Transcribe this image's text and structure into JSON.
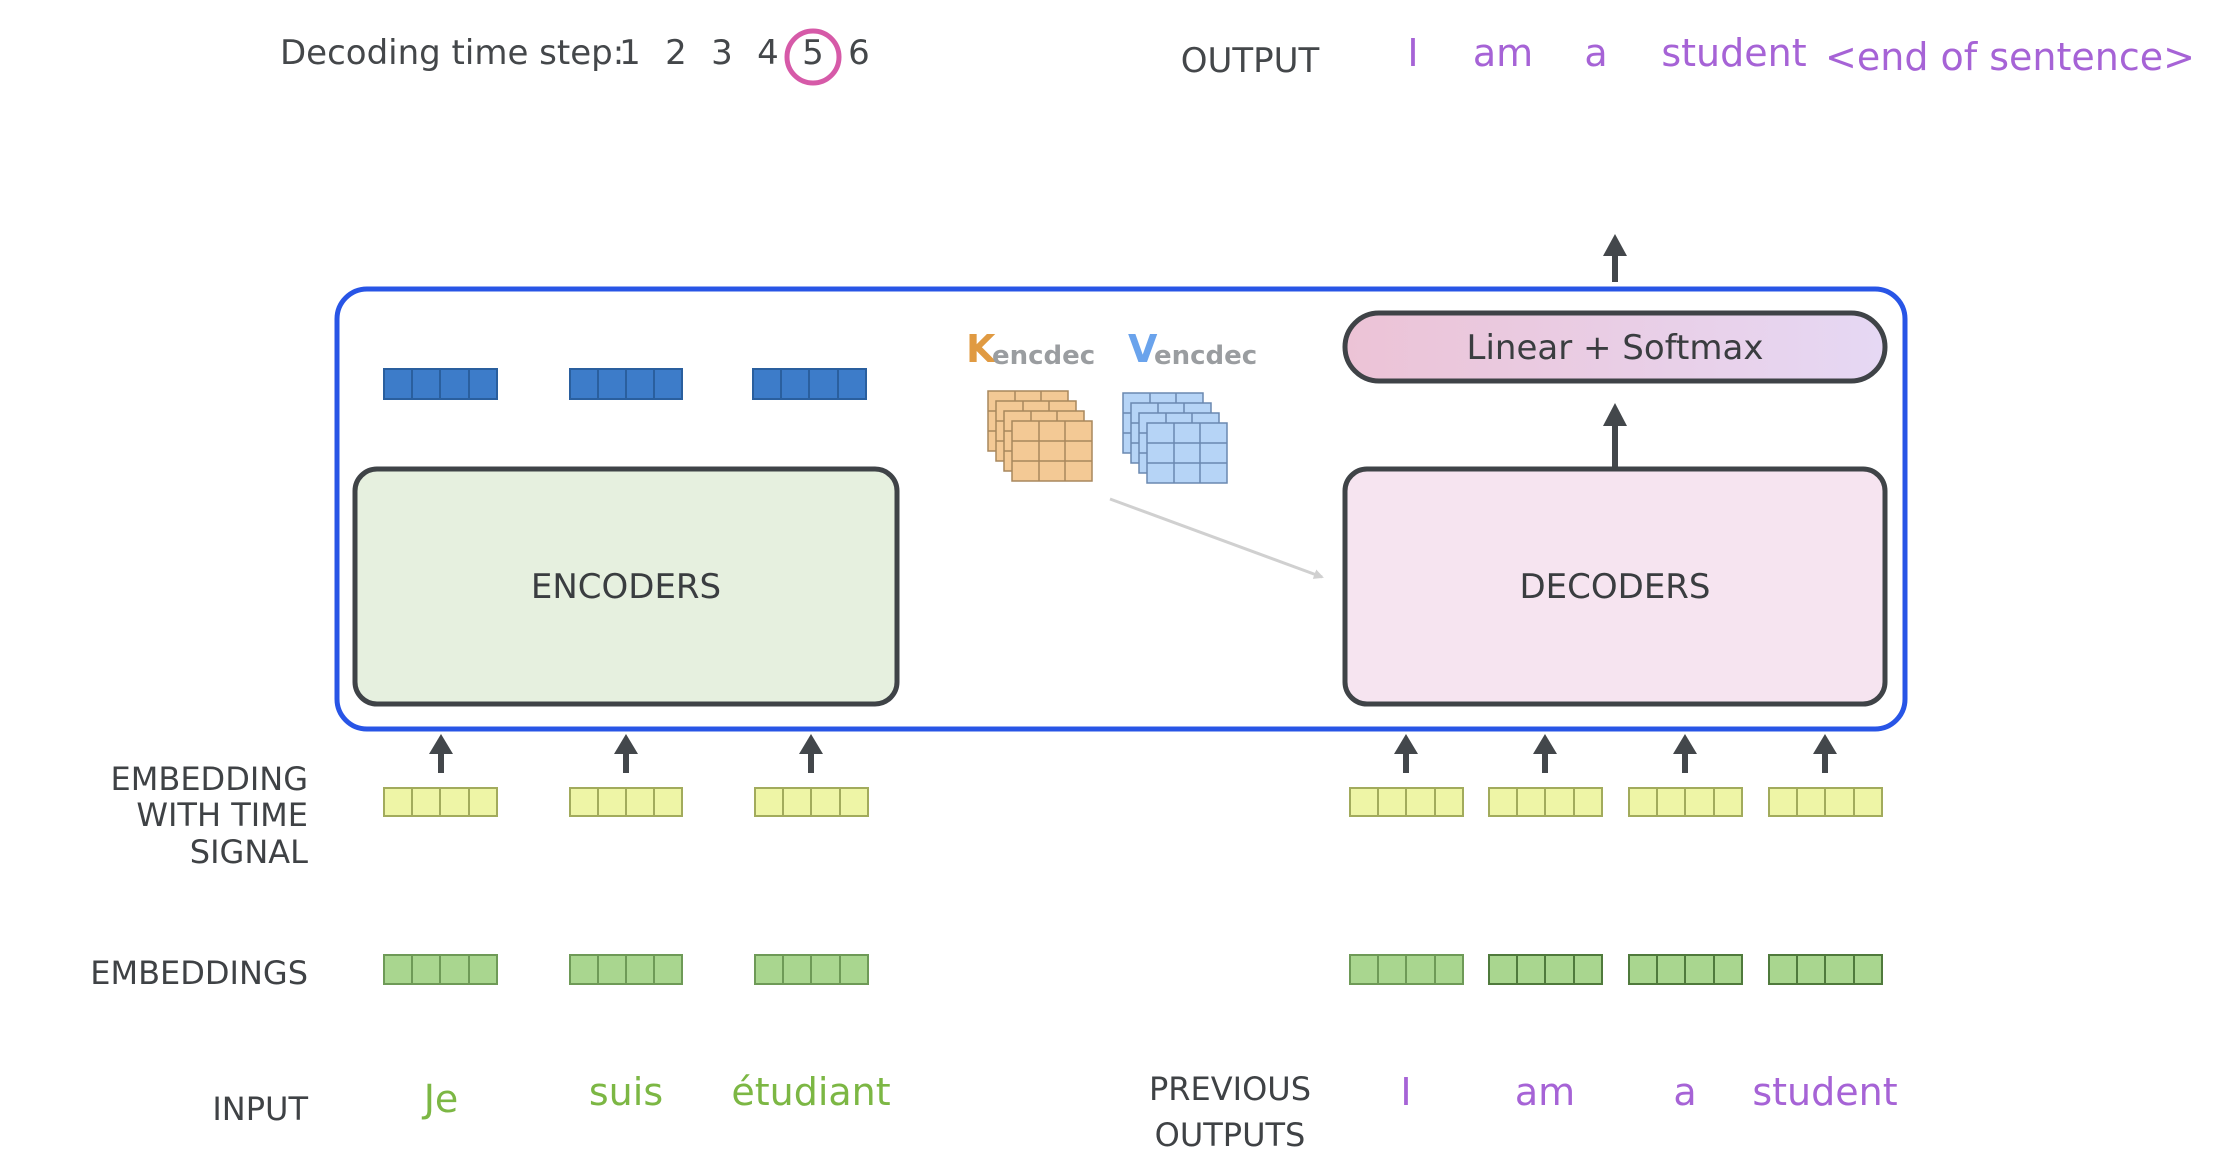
{
  "header": {
    "timestep_label": "Decoding time step:",
    "timesteps": [
      "1",
      "2",
      "3",
      "4",
      "5",
      "6"
    ],
    "current_step": "5",
    "output_label": "OUTPUT",
    "output_tokens": [
      "I",
      "am",
      "a",
      "student",
      "<end of sentence>"
    ]
  },
  "model": {
    "encoders_label": "ENCODERS",
    "decoders_label": "DECODERS",
    "linear_softmax_label": "Linear + Softmax",
    "k_letter": "K",
    "k_sub": "encdec",
    "v_letter": "V",
    "v_sub": "encdec"
  },
  "rows": {
    "embedding_time_signal": [
      "EMBEDDING",
      "WITH TIME",
      "SIGNAL"
    ],
    "embeddings_label": "EMBEDDINGS",
    "input_label": "INPUT",
    "previous_outputs_label": [
      "PREVIOUS",
      "OUTPUTS"
    ]
  },
  "input_tokens": [
    "Je",
    "suis",
    "étudiant"
  ],
  "previous_outputs": [
    "I",
    "am",
    "a",
    "student"
  ],
  "colors": {
    "model_border": "#2855e6",
    "encoder_fill": "#e6f0df",
    "decoder_fill": "#f6e4f0",
    "box_border": "#3f4347",
    "encoder_output_vec": "#3d7cc9",
    "time_signal_vec": "#eef5a6",
    "embedding_vec": "#a9d68f",
    "key_matrix": "#f3c995",
    "value_matrix": "#b6d4f6",
    "k_label": "#e09a42",
    "v_label": "#6aa3ec",
    "purple_text": "#a663d6",
    "green_text": "#7cb744",
    "step_circle": "#d65aa8",
    "dark_text": "#44474a"
  }
}
